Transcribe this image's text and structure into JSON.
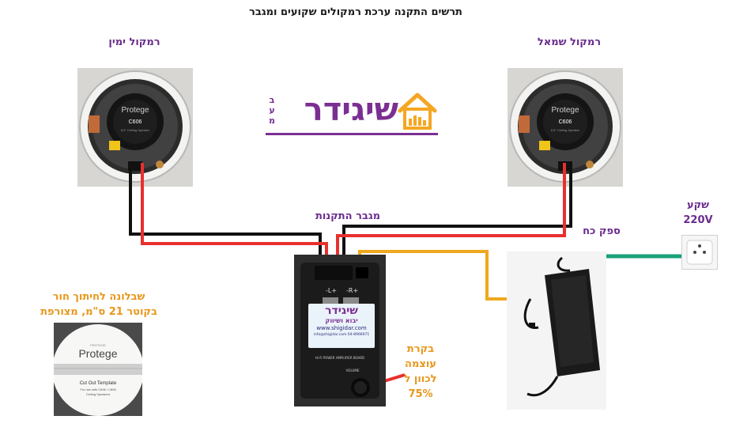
{
  "title": "תרשים התקנה ערכת רמקולים שקועים ומגבר",
  "labels": {
    "right_speaker": "רמקול ימין",
    "left_speaker": "רמקול שמאל",
    "amplifier": "מגבר התקנות",
    "power_supply": "ספק כח",
    "outlet_line1": "שקע",
    "outlet_line2": "220V",
    "template_line1": "שבלונה לחיתוך חור",
    "template_line2": "בקוטר 21 ס\"מ, מצורפת",
    "volume_line1": "בקרת",
    "volume_line2": "עוצמה",
    "volume_line3": "לכוון ל",
    "volume_line4": "75%"
  },
  "logo": {
    "name": "שיגידר",
    "side_letters": [
      "ב",
      "ע",
      "מ"
    ]
  },
  "speaker_photo": {
    "brand": "Protege",
    "model": "C606",
    "caption": "6.5\" Ceiling Speaker"
  },
  "amp_photo": {
    "brand": "שיגידר",
    "line1": "יבוא ושיווק",
    "line2": "www.shigidar.com",
    "line3": "info@shigidar.com   04-8966971",
    "board_text": "Hi-Fi POWER AMPLIFIER BOARD",
    "volume_label": "VOLUME",
    "terminal_left": "-R+",
    "terminal_right": "-L+"
  },
  "template_photo": {
    "brand_small": "PROTEGE",
    "brand": "Protege",
    "line1": "Cut Out Template",
    "line2": "For use with C606 / C806",
    "line3": "Ceiling Speakers"
  },
  "colors": {
    "wire_red": "#e8302e",
    "wire_black": "#111111",
    "wire_orange": "#f0a81e",
    "wire_green": "#1aa07a",
    "text_purple": "#6a2c8e",
    "text_orange": "#e8961a",
    "logo_orange": "#f5a623",
    "logo_purple": "#7b2f92"
  }
}
